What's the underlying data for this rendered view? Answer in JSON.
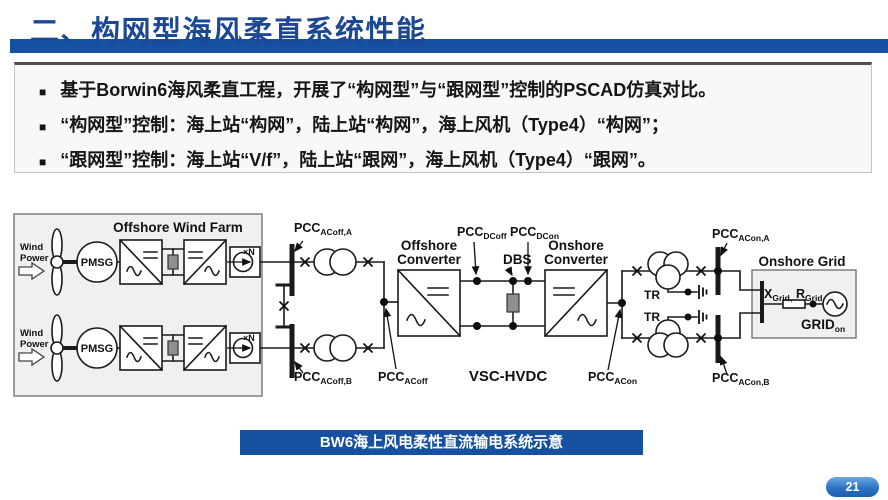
{
  "header": {
    "title": "二、构网型海风柔直系统性能"
  },
  "bullet_marker": "■",
  "bullets": [
    "基于Borwin6海风柔直工程，开展了“构网型”与“跟网型”控制的PSCAD仿真对比。",
    "“构网型”控制：海上站“构网”，陆上站“构网”，海上风机（Type4）“构网”；",
    "“跟网型”控制：海上站“V/f”，陆上站“跟网”，海上风机（Type4）“跟网”。"
  ],
  "diagram": {
    "owf_title": "Offshore Wind Farm",
    "wind_line1": "Wind",
    "wind_line2": "Power",
    "pmsg": "PMSG",
    "xn": "×N",
    "offshore_conv_line1": "Offshore",
    "offshore_conv_line2": "Converter",
    "onshore_conv_line1": "Onshore",
    "onshore_conv_line2": "Converter",
    "dbs": "DBS",
    "vsc_hvdc": "VSC-HVDC",
    "tr": "TR",
    "onshore_grid_title": "Onshore Grid",
    "pcc_acoff_a": {
      "m": "PCC",
      "s": "ACoff,A"
    },
    "pcc_acoff_b": {
      "m": "PCC",
      "s": "ACoff,B"
    },
    "pcc_acoff": {
      "m": "PCC",
      "s": "ACoff"
    },
    "pcc_dcoff": {
      "m": "PCC",
      "s": "DCoff"
    },
    "pcc_dcon": {
      "m": "PCC",
      "s": "DCon"
    },
    "pcc_acon": {
      "m": "PCC",
      "s": "ACon"
    },
    "pcc_acon_a": {
      "m": "PCC",
      "s": "ACon,A"
    },
    "pcc_acon_b": {
      "m": "PCC",
      "s": "ACon,B"
    },
    "x_grid": {
      "m": "X",
      "s": "Grid,"
    },
    "r_grid": {
      "m": "R",
      "s": "Grid"
    },
    "grid_on": {
      "m": "GRID",
      "s": "on"
    }
  },
  "caption": "BW6海上风电柔性直流输电系统示意",
  "page_number": "21",
  "colors": {
    "accent_blue": "#1550a3",
    "title_blue": "#1c4795",
    "caption_blue": "#17509f"
  }
}
